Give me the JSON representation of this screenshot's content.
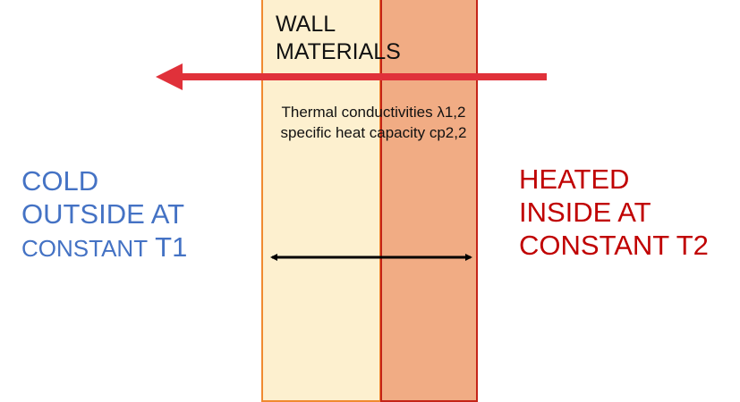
{
  "wall": {
    "title_line1": "WALL",
    "title_line2": "MATERIALS",
    "prop_line1": "Thermal conductivities λ1,2",
    "prop_line2": "specific heat capacity cp2,2"
  },
  "cold_side": {
    "line1": "COLD",
    "line2": "OUTSIDE AT",
    "line3_word": "CONSTANT",
    "line3_temp": "T1",
    "color": "#4472c4"
  },
  "hot_side": {
    "line1": "HEATED",
    "line2": "INSIDE AT",
    "line3": "CONSTANT T2",
    "color": "#c00000"
  },
  "colors": {
    "layer1_fill": "#fdf0cf",
    "layer1_border": "#f08a30",
    "layer2_fill": "#efa57b",
    "layer2_border": "#c42418",
    "heat_arrow": "#e0313a",
    "thickness_arrow": "#000000"
  }
}
